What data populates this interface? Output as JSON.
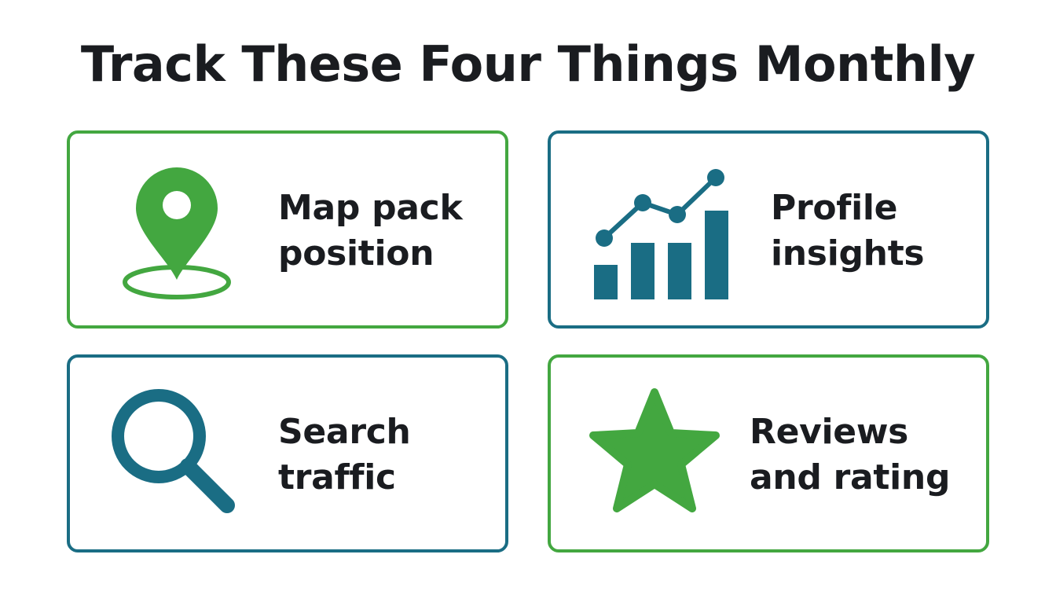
{
  "title": "Track These Four Things Monthly",
  "colors": {
    "green": "#43a740",
    "teal": "#1a6d84",
    "text": "#1a1c20"
  },
  "cards": [
    {
      "icon": "map-pin-icon",
      "accent": "green",
      "line1": "Map pack",
      "line2": "position"
    },
    {
      "icon": "bar-chart-trend-icon",
      "accent": "teal",
      "line1": "Profile",
      "line2": "insights"
    },
    {
      "icon": "magnifier-icon",
      "accent": "teal",
      "line1": "Search",
      "line2": "traffic"
    },
    {
      "icon": "star-icon",
      "accent": "green",
      "line1": "Reviews",
      "line2": "and rating"
    }
  ]
}
